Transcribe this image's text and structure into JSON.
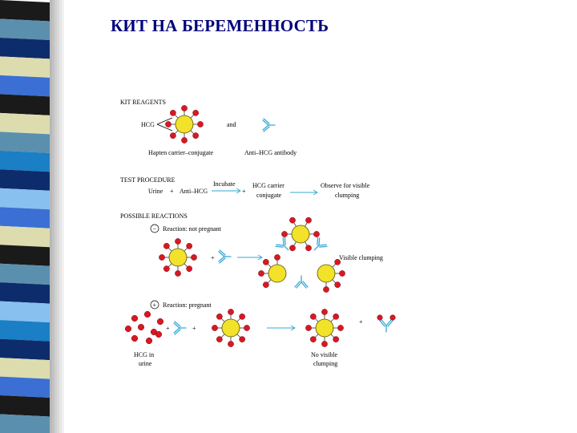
{
  "slide": {
    "title": "КИТ НА БЕРЕМЕННОСТЬ"
  },
  "stripe_colors": [
    "#1a1a1a",
    "#5b8fae",
    "#0d2c6c",
    "#dcdcae",
    "#3b6fd4",
    "#1a1a1a",
    "#dcdcae",
    "#5b8fae",
    "#1a7fc4",
    "#0d2c6c",
    "#88c0f0",
    "#3b6fd4",
    "#dcdcae",
    "#1a1a1a",
    "#5b8fae",
    "#0d2c6c",
    "#88c0f0",
    "#1a7fc4",
    "#0d2c6c",
    "#dcdcae",
    "#3b6fd4",
    "#1a1a1a",
    "#5b8fae"
  ],
  "colors": {
    "title": "#00007a",
    "carrier": "#f2e22a",
    "hapten": "#d81822",
    "antibody": "#35a9d6",
    "text": "#000000"
  },
  "diagram": {
    "kit_reagents_heading": "KIT REAGENTS",
    "hcg_label": "HCG",
    "and_label": "and",
    "hapten_carrier_label": "Hapten carrier–conjugate",
    "anti_hcg_label": "Anti–HCG antibody",
    "test_procedure_heading": "TEST PROCEDURE",
    "urine_label": "Urine",
    "plus": "+",
    "anti_hcg_short": "Anti–HCG",
    "incubate_label": "Incubate",
    "hcg_carrier_line1": "HCG carrier",
    "hcg_carrier_line2": "conjugate",
    "observe_line1": "Observe for visible",
    "observe_line2": "clumping",
    "possible_reactions_heading": "POSSIBLE REACTIONS",
    "minus_sign": "−",
    "not_pregnant_label": "Reaction: not pregnant",
    "visible_clumping_label": "Visible clumping",
    "plus_sign": "+",
    "pregnant_label": "Reaction: pregnant",
    "hcg_in_urine_line1": "HCG in",
    "hcg_in_urine_line2": "urine",
    "no_visible_line1": "No visible",
    "no_visible_line2": "clumping"
  }
}
